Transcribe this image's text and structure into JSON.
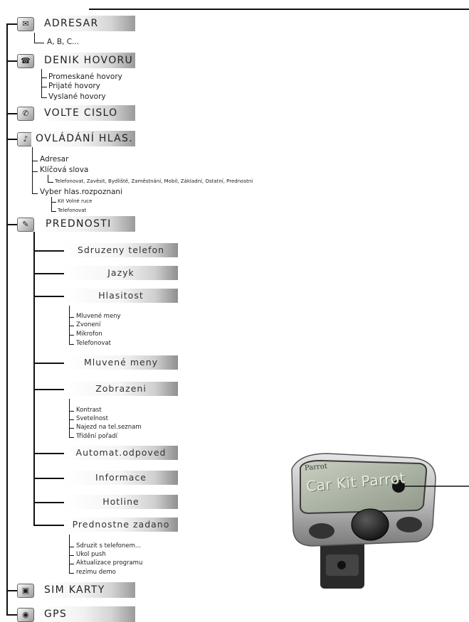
{
  "menu": {
    "adresar": {
      "label": "ADRESAR",
      "icon": "address-book-icon",
      "items": [
        "A, B, C..."
      ]
    },
    "denik": {
      "label": "DENIK HOVORU",
      "icon": "call-log-icon",
      "items": [
        "Promeskané hovory",
        "Prijaté hovory",
        "Vyslané hovory"
      ]
    },
    "volte": {
      "label": "VOLTE CISLO",
      "icon": "dial-pad-icon"
    },
    "ovladani": {
      "label": "OVLÁDÁNÍ HLAS.",
      "icon": "voice-control-icon",
      "adresar": "Adresar",
      "klicova": "Klíčová slova",
      "klicova_list": "Telefonovat, Zavěsit, Bydliště, Zaměstnání, Mobil, Základní, Ostatní, Prednostni",
      "vyber": "Vyber hlas.rozpoznani",
      "vyber_items": [
        "Kit Volné ruce",
        "Telefonovat"
      ]
    },
    "prednosti": {
      "label": "PREDNOSTI",
      "icon": "wrench-icon",
      "sdruzeny": "Sdruzeny telefon",
      "jazyk": "Jazyk",
      "hlasitost": "Hlasitost",
      "hlasitost_items": [
        "Mluvené meny",
        "Zvonení",
        "Mikrofon",
        "Telefonovat"
      ],
      "mluvene": "Mluvené meny",
      "zobrazeni": "Zobrazeni",
      "zobrazeni_items": [
        "Kontrast",
        "Svetelnost",
        "Najezd na tel.seznam",
        "Třídění pořadí"
      ],
      "automat": "Automat.odpoved",
      "informace": "Informace",
      "hotline": "Hotline",
      "zadano": "Prednostne zadano",
      "zadano_items": [
        "Sdruzit s telefonem...",
        "Ukol push",
        "Aktualizace programu",
        "rezimu demo"
      ]
    },
    "sim": {
      "label": "SIM KARTY",
      "icon": "sim-card-icon"
    },
    "gps": {
      "label": "GPS",
      "icon": "globe-icon"
    }
  },
  "device": {
    "brand": "Parrot",
    "display_text": "Car Kit Parrot"
  }
}
